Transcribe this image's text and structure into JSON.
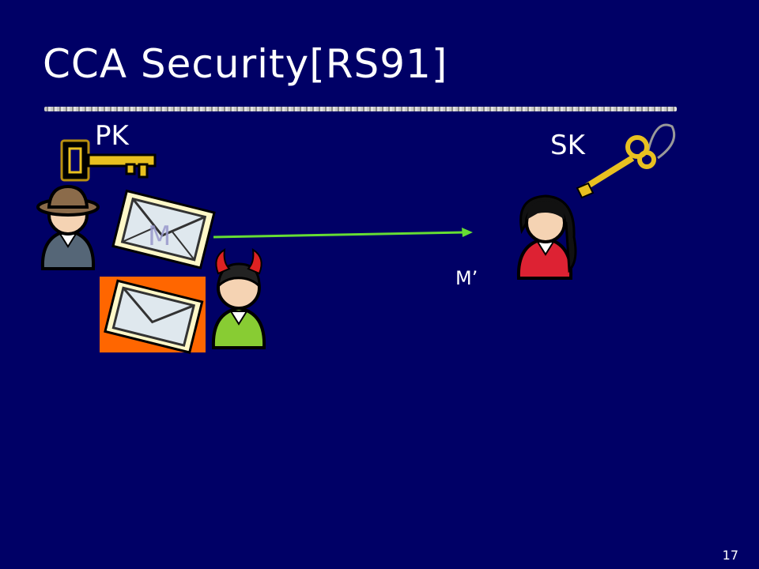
{
  "slide": {
    "title": "CCA Security[RS91]",
    "page_number": "17"
  },
  "labels": {
    "public_key": "PK",
    "secret_key": "SK",
    "message_on_envelope": "M",
    "modified_message": "M’"
  },
  "colors": {
    "background": "#000066",
    "arrow": "#66dd33",
    "key_gold": "#e8c020",
    "envelope_orange_bg": "#ff6600",
    "receiver_shirt": "#dd2233",
    "adversary_shirt": "#88cc33",
    "sender_shirt": "#556677"
  }
}
